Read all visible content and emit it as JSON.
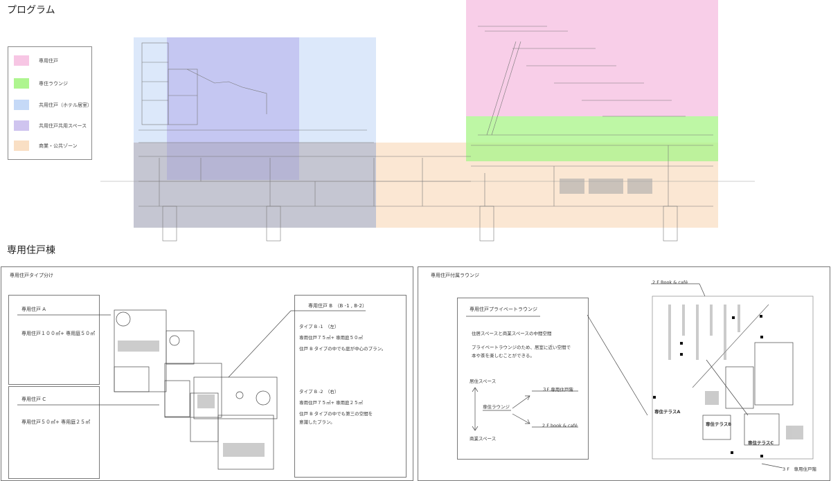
{
  "sections": {
    "program_title": "プログラム",
    "residence_title": "専用住戸棟"
  },
  "legend": [
    {
      "label": "専用住戸",
      "color": "#f7c6e4"
    },
    {
      "label": "専住ラウンジ",
      "color": "#aef58f"
    },
    {
      "label": "共用住戸（ホテル居室）",
      "color": "#c5d9f7"
    },
    {
      "label": "共用住戸共用スペース",
      "color": "#cfc4ef"
    },
    {
      "label": "商業・公共ゾーン",
      "color": "#f9dfc4"
    }
  ],
  "left_panel": {
    "title": "専用住戸タイプ分け",
    "type_a": {
      "name": "専用住戸 A",
      "desc": "専用住戸１００㎡+ 専用庭５０㎡"
    },
    "type_c": {
      "name": "専用住戸 C",
      "desc": "専用住戸５０㎡+ 専用庭２５㎡"
    },
    "type_b": {
      "name": "専用住戸 B　（B -1 , B-2）",
      "b1_title": "タイプ B -1　（左）",
      "b1_spec": "専用住戸７５㎡+ 専用庭５０㎡",
      "b1_note": "住戸 B タイプの中でも庭が中心のプラン。",
      "b2_title": "タイプ B -2　（右）",
      "b2_spec": "専用住戸７５㎡+ 専用庭２５㎡",
      "b2_note1": "住戸 B タイプの中でも第三の空間を",
      "b2_note2": "意識したプラン。"
    }
  },
  "right_panel": {
    "title": "専用住戸付属ラウンジ",
    "lounge_box": {
      "heading": "専用住戸プライベートラウンジ",
      "line1": "住居スペースと商業スペースの中間空間",
      "line2": "プライベートラウンジのため、居室に近い空間で",
      "line3": "本や茶を楽しむことができる。",
      "upper": "居住スペース",
      "middle": "専住ラウンジ",
      "lower": "商業スペース",
      "floor3": "３F 専用住戸階",
      "floor2": "2 F book & café"
    },
    "plan_label_top": "2 F Book & café",
    "terrace_a": "専住テラスA",
    "terrace_b": "専住テラスB",
    "terrace_c": "専住テラスC",
    "plan_label_bottom": "3 F　専用住戸階"
  }
}
